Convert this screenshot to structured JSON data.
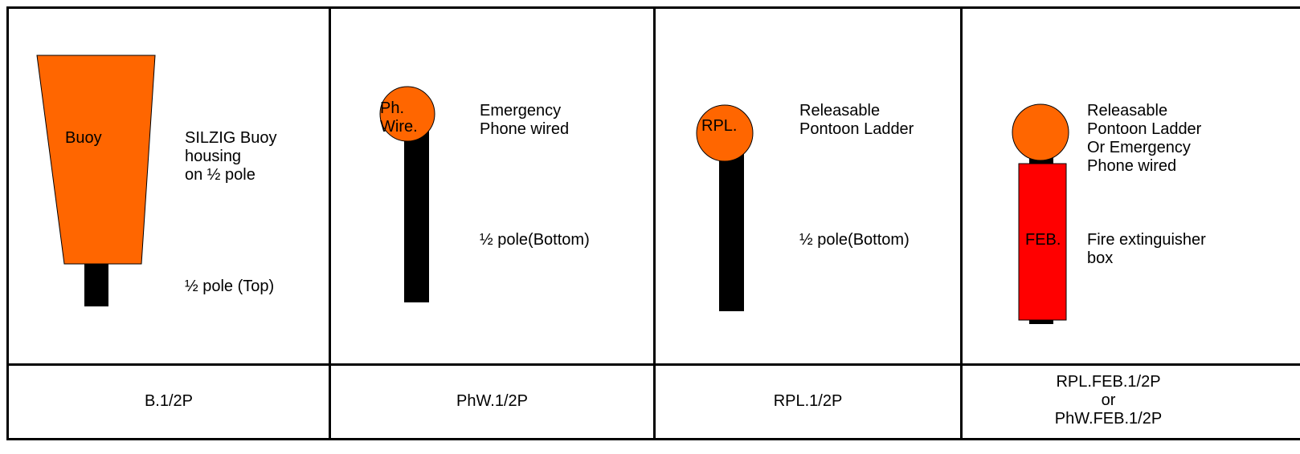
{
  "colors": {
    "orange": "#FF6600",
    "red": "#FF0000",
    "black": "#000000",
    "grid": "#000000"
  },
  "cells": [
    {
      "icon": "buoy-housing-icon",
      "inner_label": "Buoy",
      "desc_top": "SILZIG Buoy\nhousing\non ½ pole",
      "desc_bottom": "½ pole (Top)",
      "code": "B.1/2P"
    },
    {
      "icon": "phone-wired-pole-icon",
      "inner_label": "Ph.\nWire.",
      "desc_top": "Emergency\nPhone wired",
      "desc_bottom": "½ pole(Bottom)",
      "code": "PhW.1/2P"
    },
    {
      "icon": "pontoon-ladder-pole-icon",
      "inner_label": "RPL.",
      "desc_top": "Releasable\nPontoon Ladder",
      "desc_bottom": "½ pole(Bottom)",
      "code": "RPL.1/2P"
    },
    {
      "icon": "fire-extinguisher-box-pole-icon",
      "inner_label": "FEB.",
      "desc_top": "Releasable\nPontoon Ladder\nOr Emergency\nPhone wired",
      "desc_bottom": "Fire extinguisher\nbox",
      "code": "RPL.FEB.1/2P\nor\nPhW.FEB.1/2P"
    }
  ]
}
